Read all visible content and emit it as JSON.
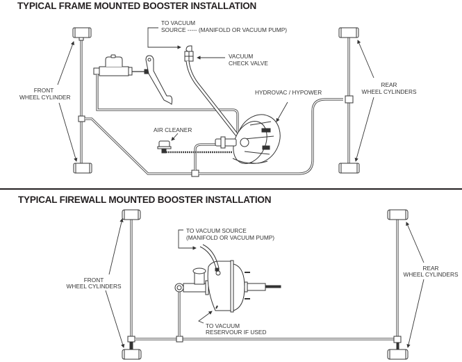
{
  "diagrams": [
    {
      "title": "TYPICAL FRAME MOUNTED BOOSTER INSTALLATION",
      "labels": {
        "vacuum_source_line1": "TO VACUUM",
        "vacuum_source_line2": "SOURCE  -----  (MANIFOLD OR VACUUM PUMP)",
        "check_valve_line1": "VACUUM",
        "check_valve_line2": "CHECK VALVE",
        "front_line1": "FRONT",
        "front_line2": "WHEEL CYLINDER",
        "rear_line1": "REAR",
        "rear_line2": "WHEEL CYLINDERS",
        "booster": "HYDROVAC / HYPOWER",
        "air_cleaner": "AIR CLEANER"
      }
    },
    {
      "title": "TYPICAL FIREWALL MOUNTED BOOSTER INSTALLATION",
      "labels": {
        "vacuum_source_line1": "TO VACUUM SOURCE",
        "vacuum_source_line2": "(MANIFOLD OR VACUUM PUMP)",
        "front_line1": "FRONT",
        "front_line2": "WHEEL CYLINDERS",
        "rear_line1": "REAR",
        "rear_line2": "WHEEL CYLINDERS",
        "reservoir_line1": "TO VACUUM",
        "reservoir_line2": "RESERVOUR IF USED"
      }
    }
  ]
}
